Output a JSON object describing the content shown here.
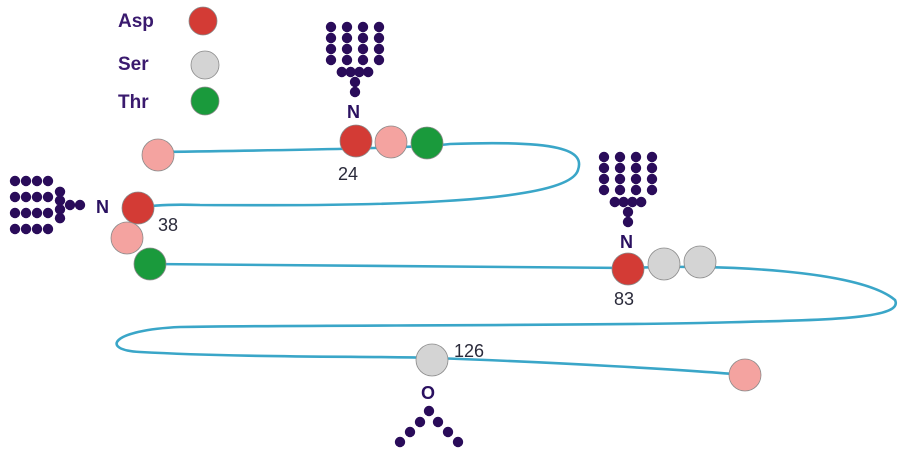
{
  "colors": {
    "asp": "#d33b35",
    "ser": "#d4d4d4",
    "thr": "#1a9a3c",
    "pink": "#f4a3a0",
    "chain": "#3aa6c8",
    "glycan": "#2a0c5a"
  },
  "legend": [
    {
      "label": "Asp",
      "color": "#d33b35"
    },
    {
      "label": "Ser",
      "color": "#d4d4d4"
    },
    {
      "label": "Thr",
      "color": "#1a9a3c"
    }
  ],
  "sites": {
    "n24": {
      "atom": "N",
      "position": "24"
    },
    "n38": {
      "atom": "N",
      "position": "38"
    },
    "n83": {
      "atom": "N",
      "position": "83"
    },
    "o126": {
      "atom": "O",
      "position": "126"
    }
  }
}
